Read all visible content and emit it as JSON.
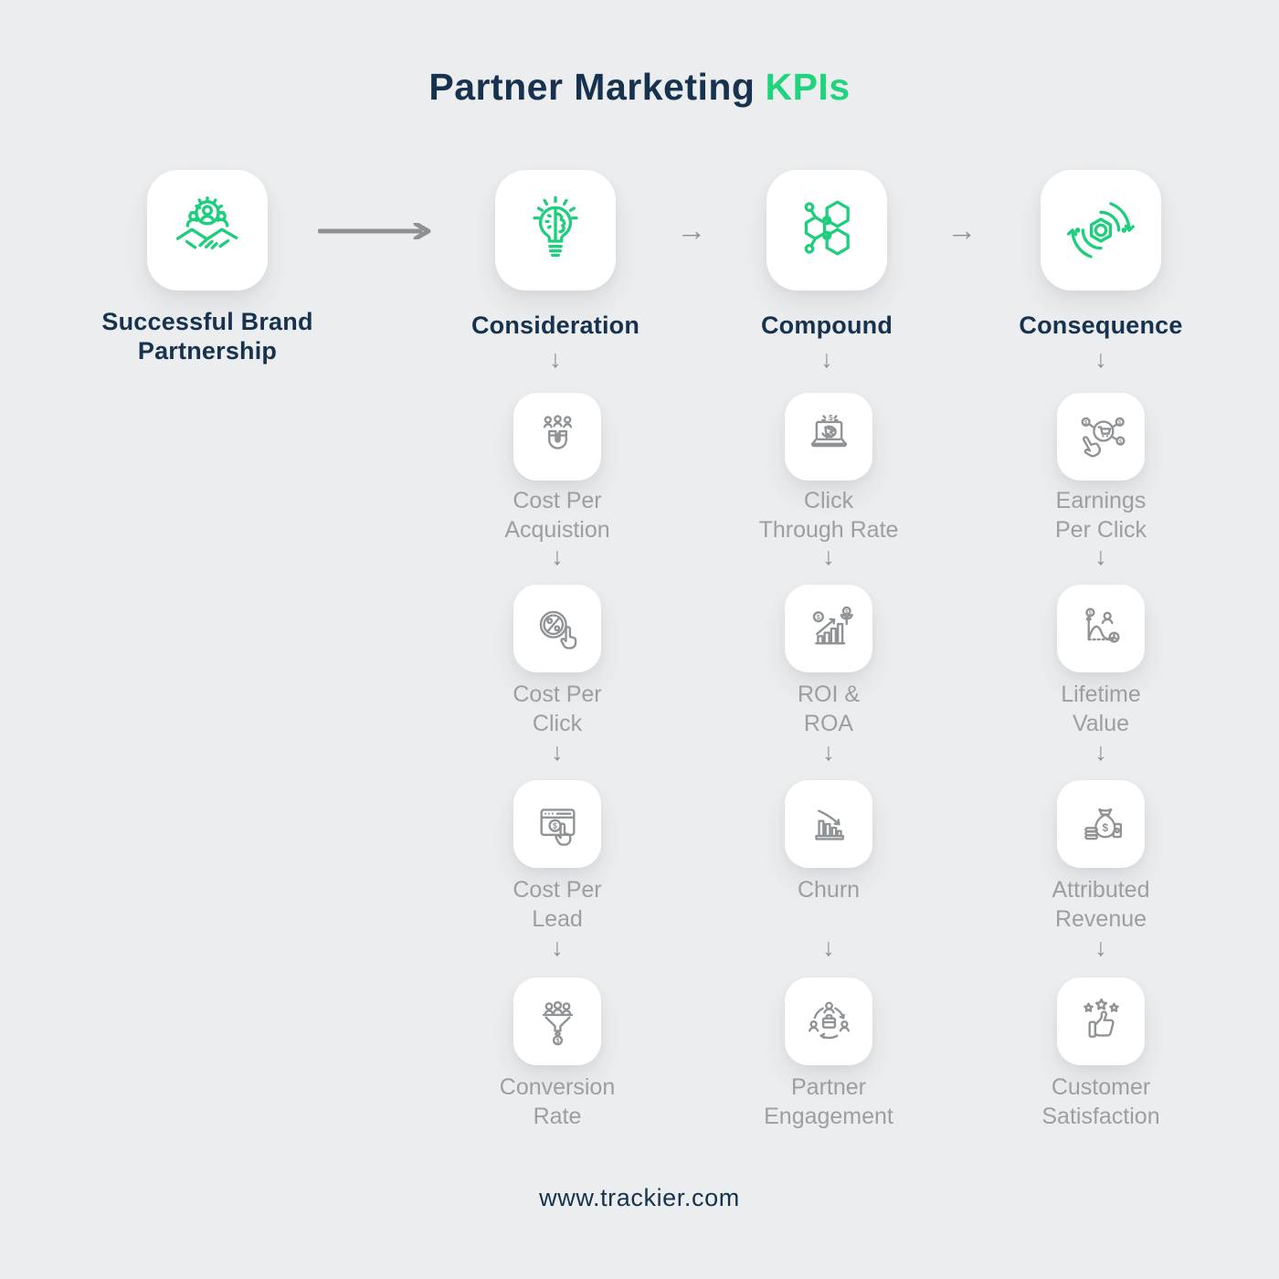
{
  "title": {
    "main": "Partner Marketing",
    "accent": "KPIs"
  },
  "glyphs": {
    "down_arrow": "↓",
    "right_arrow": "→"
  },
  "colors": {
    "background": "#ECEDEE",
    "navy": "#16324F",
    "green": "#1FD47C",
    "gray_label": "#9C9EA0",
    "gray_arrow": "#8E9194",
    "card": "#FFFFFF"
  },
  "stages": [
    {
      "label": "Successful Brand\nPartnership",
      "icon": "handshake-partnership"
    },
    {
      "label": "Consideration",
      "icon": "idea-bulb"
    },
    {
      "label": "Compound",
      "icon": "molecule"
    },
    {
      "label": "Consequence",
      "icon": "cycle-gear"
    }
  ],
  "columns": [
    {
      "stage": "Consideration",
      "kpis": [
        {
          "label": "Cost Per\nAcquistion",
          "icon": "magnet-leads"
        },
        {
          "label": "Cost Per\nClick",
          "icon": "percent-click"
        },
        {
          "label": "Cost Per\nLead",
          "icon": "browser-dollar-click"
        },
        {
          "label": "Conversion\nRate",
          "icon": "funnel-people"
        }
      ]
    },
    {
      "stage": "Compound",
      "kpis": [
        {
          "label": "Click\nThrough Rate",
          "icon": "laptop-ctr"
        },
        {
          "label": "ROI &\nROA",
          "icon": "roi-growth"
        },
        {
          "label": "Churn",
          "icon": "churn-decline"
        },
        {
          "label": "Partner\nEngagement",
          "icon": "people-cycle-briefcase"
        }
      ]
    },
    {
      "stage": "Consequence",
      "kpis": [
        {
          "label": "Earnings\nPer Click",
          "icon": "cart-click-coins"
        },
        {
          "label": "Lifetime\nValue",
          "icon": "lifetime-curve-clock"
        },
        {
          "label": "Attributed\nRevenue",
          "icon": "money-bag-coins"
        },
        {
          "label": "Customer\nSatisfaction",
          "icon": "thumbs-up-stars"
        }
      ]
    }
  ],
  "footer": {
    "url": "www.trackier.com"
  }
}
